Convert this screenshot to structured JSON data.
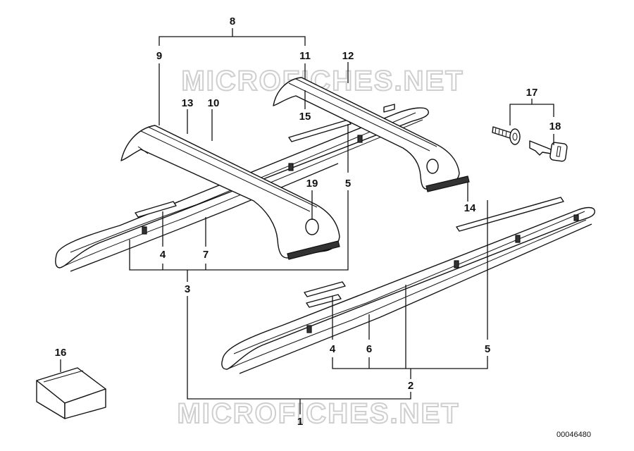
{
  "watermark": {
    "top": "MICROFICHES.NET",
    "bottom": "MICROFICHES.NET"
  },
  "diagram_code": "00046480",
  "callouts": {
    "n1": "1",
    "n2": "2",
    "n3": "3",
    "n4a": "4",
    "n4b": "4",
    "n5a": "5",
    "n5b": "5",
    "n6": "6",
    "n7": "7",
    "n8": "8",
    "n9": "9",
    "n10": "10",
    "n11": "11",
    "n12": "12",
    "n13": "13",
    "n14": "14",
    "n15": "15",
    "n16": "16",
    "n17": "17",
    "n18": "18",
    "n19": "19"
  }
}
